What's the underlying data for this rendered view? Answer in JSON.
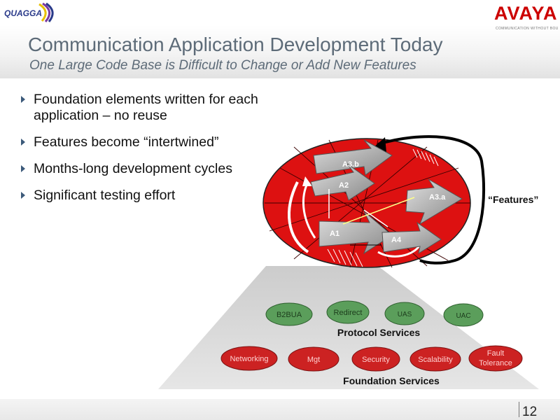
{
  "logo_left": {
    "name": "QUAGGA"
  },
  "logo_right": {
    "name": "AVAYA",
    "tagline": "COMMUNICATION WITHOUT BOUNDARIES"
  },
  "title": "Communication Application Development Today",
  "subtitle": "One Large Code Base is Difficult to Change or Add New Features",
  "bullets": [
    "Foundation elements written for each application – no reuse",
    "Features become “intertwined”",
    "Months-long development cycles",
    "Significant testing effort"
  ],
  "diagram": {
    "features_label": "“Features”",
    "arrows": [
      "A3.b",
      "A2",
      "A3.a",
      "A1",
      "A4"
    ],
    "protocol_label": "Protocol Services",
    "protocol_items": [
      "B2BUA",
      "Redirect",
      "UAS",
      "UAC"
    ],
    "foundation_label": "Foundation Services",
    "foundation_items": [
      "Networking",
      "Mgt",
      "Security",
      "Scalability",
      "Fault",
      "Tolerance"
    ]
  },
  "colors": {
    "oval_red": "#dd1111",
    "pill_green": "#5b9e5b",
    "pill_red": "#cc2222",
    "title": "#5d6b78"
  },
  "page_number": "12"
}
